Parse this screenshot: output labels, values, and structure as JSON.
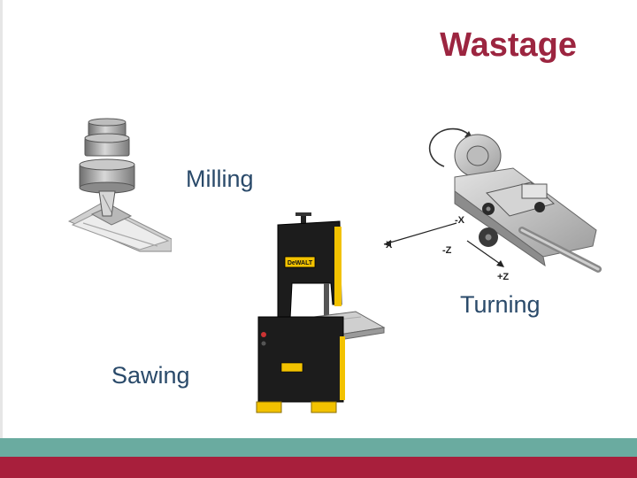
{
  "slide": {
    "title": "Wastage",
    "captions": {
      "milling": "Milling",
      "turning": "Turning",
      "sawing": "Sawing"
    },
    "axis_labels": {
      "neg_x": "-X",
      "x": "X",
      "neg_z": "-Z",
      "pos_z": "+Z"
    },
    "saw_brand": "DeWALT"
  },
  "colors": {
    "title": "#9c2540",
    "caption": "#2a4a6a",
    "footer_teal": "#6aaba0",
    "footer_red": "#a81f3c",
    "saw_body": "#1c1c1c",
    "saw_accent": "#f2c200"
  }
}
